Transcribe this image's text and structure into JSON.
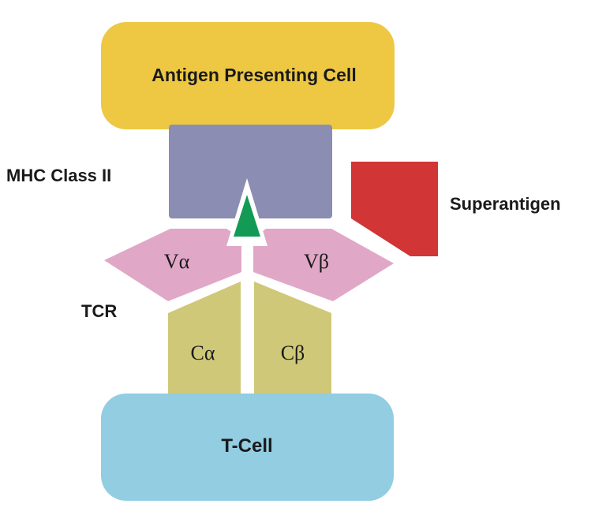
{
  "diagram": {
    "apc": {
      "label": "Antigen Presenting Cell",
      "color": "#eec843"
    },
    "mhc": {
      "label": "MHC Class II",
      "color": "#8b8db2"
    },
    "antigen": {
      "color": "#139a55"
    },
    "superantigen": {
      "label": "Superantigen",
      "color": "#d13535"
    },
    "v_alpha": {
      "label": "Vα",
      "color": "#e0a8c6"
    },
    "v_beta": {
      "label": "Vβ",
      "color": "#e0a8c6"
    },
    "tcr": {
      "label": "TCR"
    },
    "c_alpha": {
      "label": "Cα",
      "color": "#cfc878"
    },
    "c_beta": {
      "label": "Cβ",
      "color": "#cfc878"
    },
    "tcell": {
      "label": "T-Cell",
      "color": "#92cde2"
    }
  }
}
